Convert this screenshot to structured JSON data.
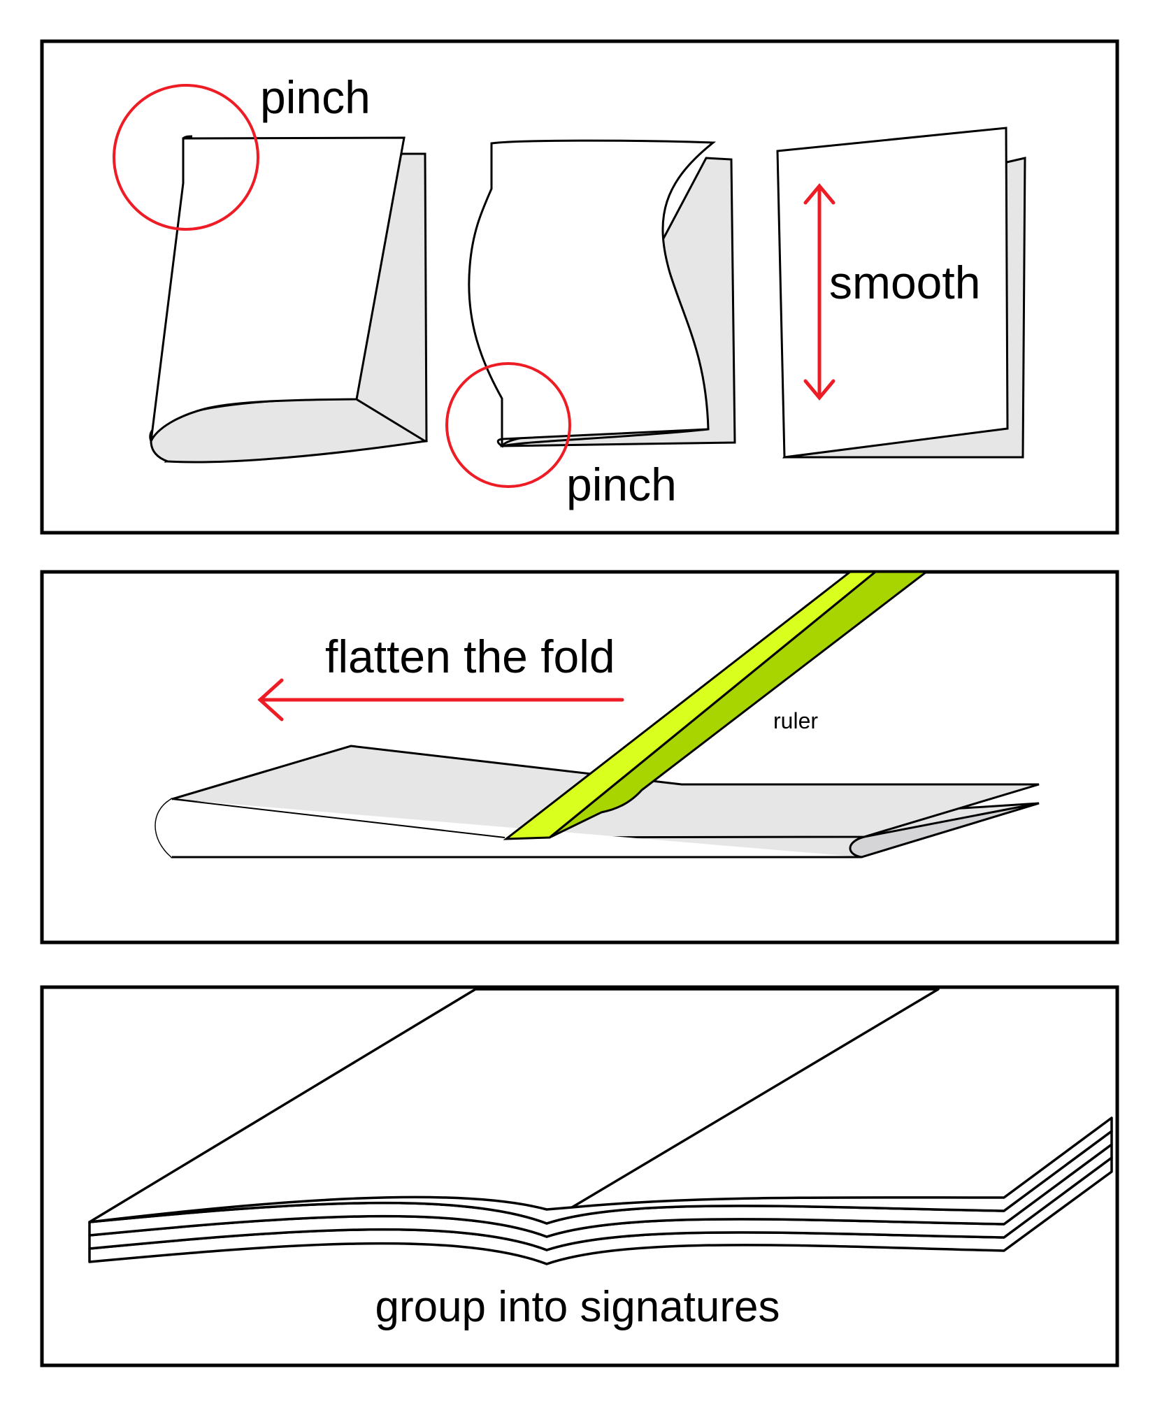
{
  "colors": {
    "outline": "#000000",
    "paper": "#ffffff",
    "shadow": "#e6e6e7",
    "shadow_dark": "#d5d5d7",
    "accent_red": "#ee1c24",
    "ruler_light": "#d9ff1f",
    "ruler_dark": "#a8d400"
  },
  "panels": {
    "top": {
      "pinch_top_label": "pinch",
      "pinch_bottom_label": "pinch",
      "smooth_label": "smooth"
    },
    "middle": {
      "flatten_label": "flatten the fold",
      "ruler_label": "ruler"
    },
    "bottom": {
      "caption": "group into signatures"
    }
  },
  "icons": {
    "pinch_marker": "red-circle",
    "smooth_direction": "double-arrow-vertical",
    "flatten_direction": "arrow-left"
  }
}
